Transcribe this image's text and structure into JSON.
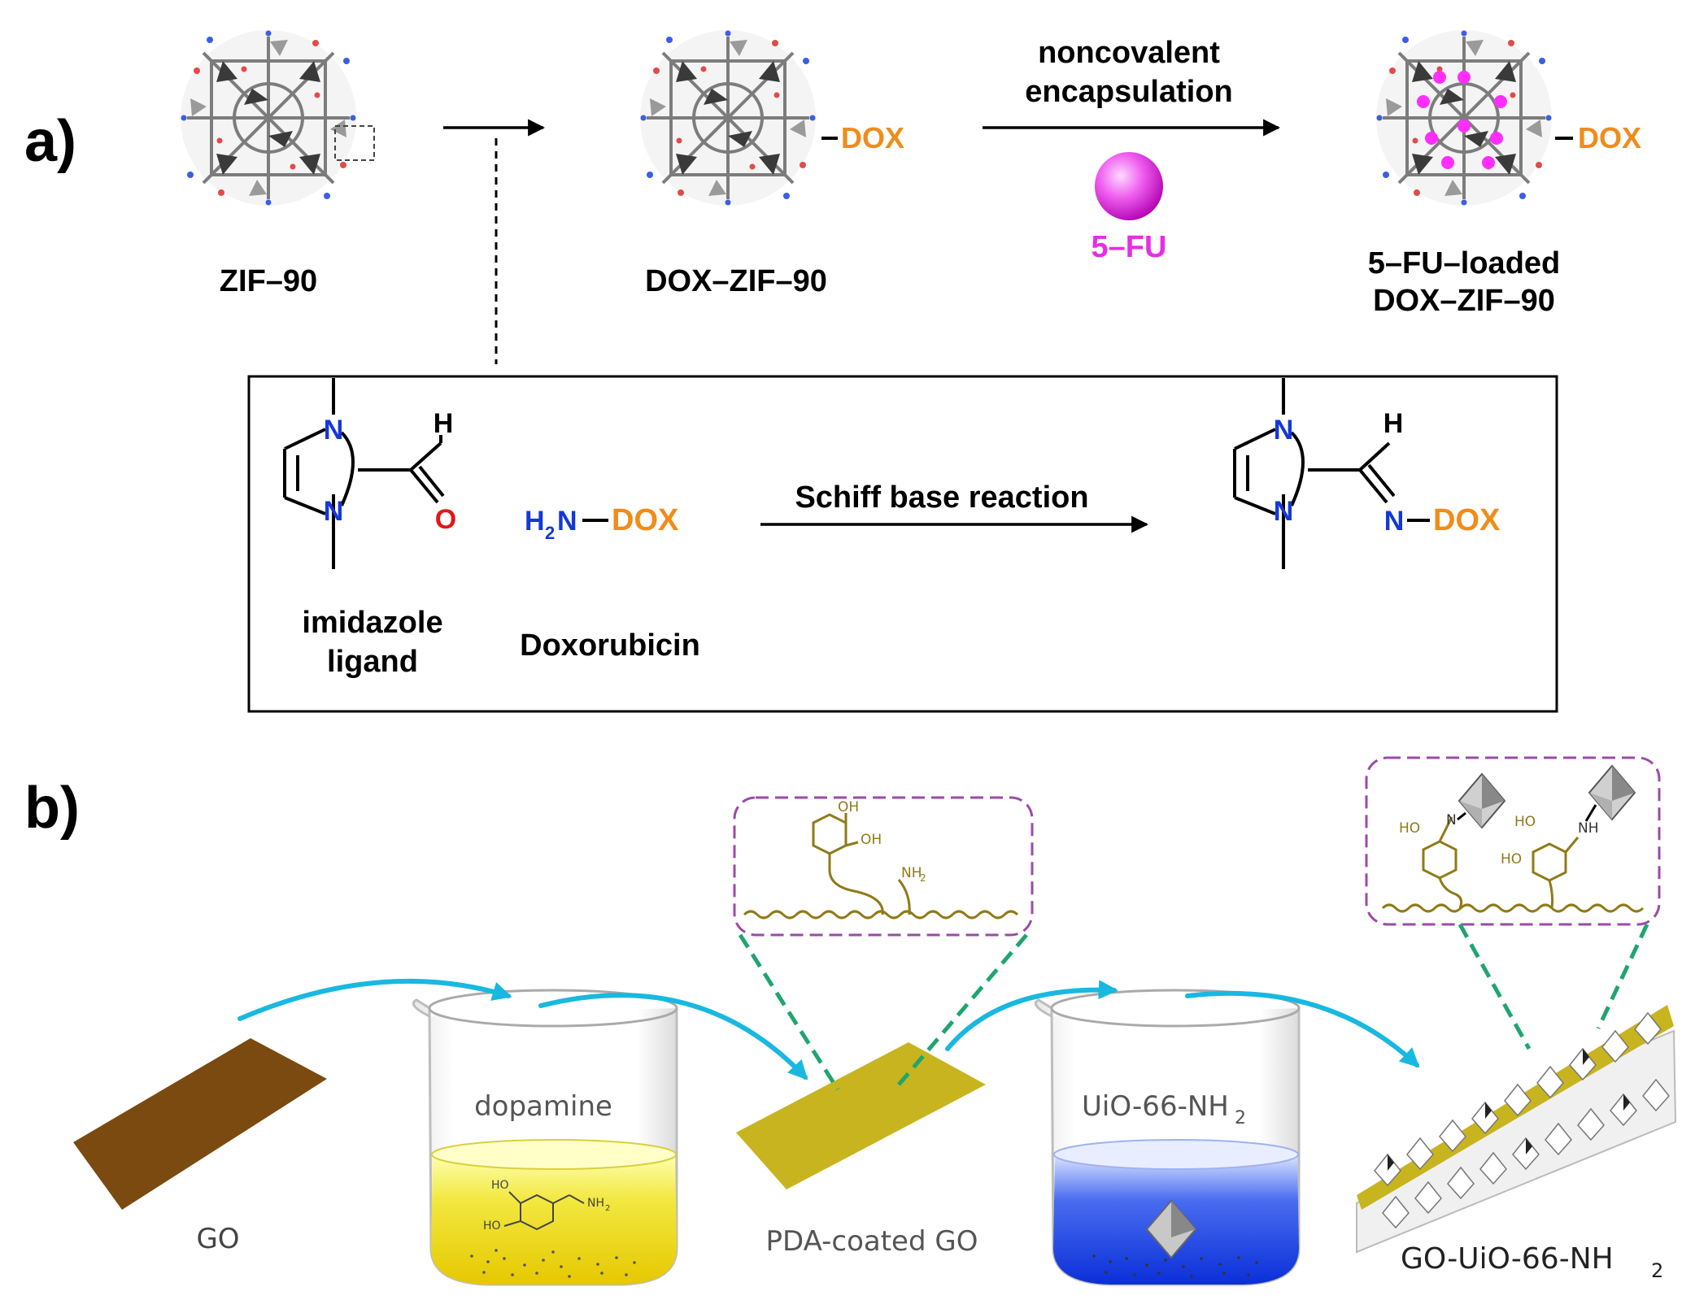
{
  "colors": {
    "orange": "#f08c1a",
    "magenta": "#e62ee6",
    "blue": "#1438d8",
    "red": "#e01818",
    "cyan": "#19b8e0",
    "green_dash": "#1fa56e",
    "purple_dash": "#9b4aa8",
    "go_brown": "#7a4a10",
    "pda_olive": "#c8b41e",
    "mof_gray": "#d9d9d9"
  },
  "panel_a": {
    "label": "a)",
    "zif90": "ZIF–90",
    "dox_zif90": "DOX–ZIF–90",
    "dox_tag_1": "DOX",
    "dox_tag_2": "DOX",
    "step2_line1": "noncovalent",
    "step2_line2": "encapsulation",
    "fu_label": "5–FU",
    "product_line1": "5–FU–loaded",
    "product_line2": "DOX–ZIF–90",
    "box": {
      "atom_n1": "N",
      "atom_n2": "N",
      "atom_h": "H",
      "atom_o": "O",
      "ligand_line1": "imidazole",
      "ligand_line2": "ligand",
      "h2n_h": "H",
      "h2n_sub": "2",
      "h2n_n": "N",
      "dox_reagent": "DOX",
      "drug_name": "Doxorubicin",
      "reaction": "Schiff base reaction",
      "prod_n1": "N",
      "prod_n2": "N",
      "prod_h": "H",
      "prod_n3": "N",
      "prod_dox": "DOX"
    }
  },
  "panel_b": {
    "label": "b)",
    "go": "GO",
    "dopamine": "dopamine",
    "pda_go": "PDA-coated GO",
    "uio_main": "UiO-66-NH",
    "uio_sub": "2",
    "final_main": "GO-UiO-66-NH",
    "final_sub": "2",
    "inset1": {
      "oh1": "OH",
      "oh2": "OH",
      "nh2": "NH",
      "nh2_sub": "2"
    },
    "inset2": {
      "ho1": "HO",
      "n": "N",
      "ho2": "HO",
      "ho3": "HO",
      "nh": "NH"
    },
    "beaker1": {
      "ho1": "HO",
      "ho2": "HO",
      "nh2": "NH",
      "nh2_sub": "2"
    }
  }
}
